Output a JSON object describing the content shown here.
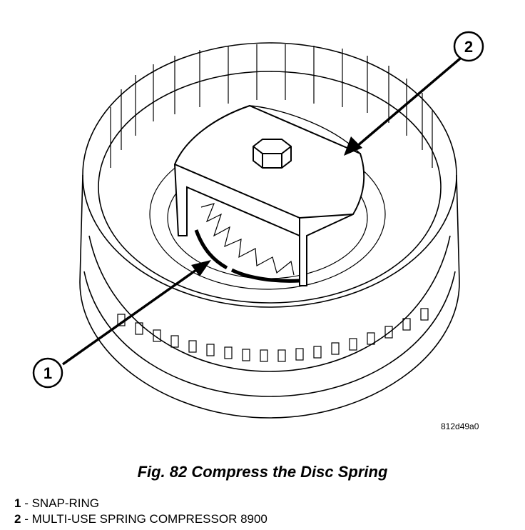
{
  "figure_id": "812d49a0",
  "caption": "Fig. 82 Compress the Disc Spring",
  "callouts": [
    {
      "number": "1",
      "label": "SNAP-RING"
    },
    {
      "number": "2",
      "label": "MULTI-USE SPRING COMPRESSOR 8900"
    }
  ],
  "separator": " - "
}
